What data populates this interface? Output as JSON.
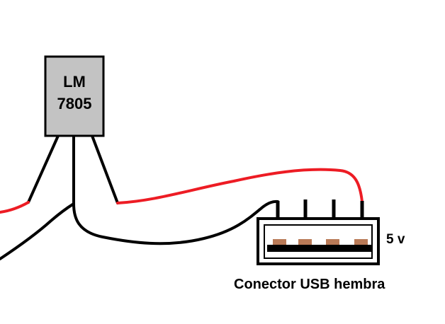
{
  "regulator": {
    "line1": "LM",
    "line2": "7805",
    "body_color": "#c3c3c3"
  },
  "connector": {
    "voltage_label": "5 v",
    "caption": "Conector USB hembra",
    "contact_color": "#b97a57"
  },
  "wires": {
    "positive_color": "#ed1c24",
    "ground_color": "#000000"
  }
}
